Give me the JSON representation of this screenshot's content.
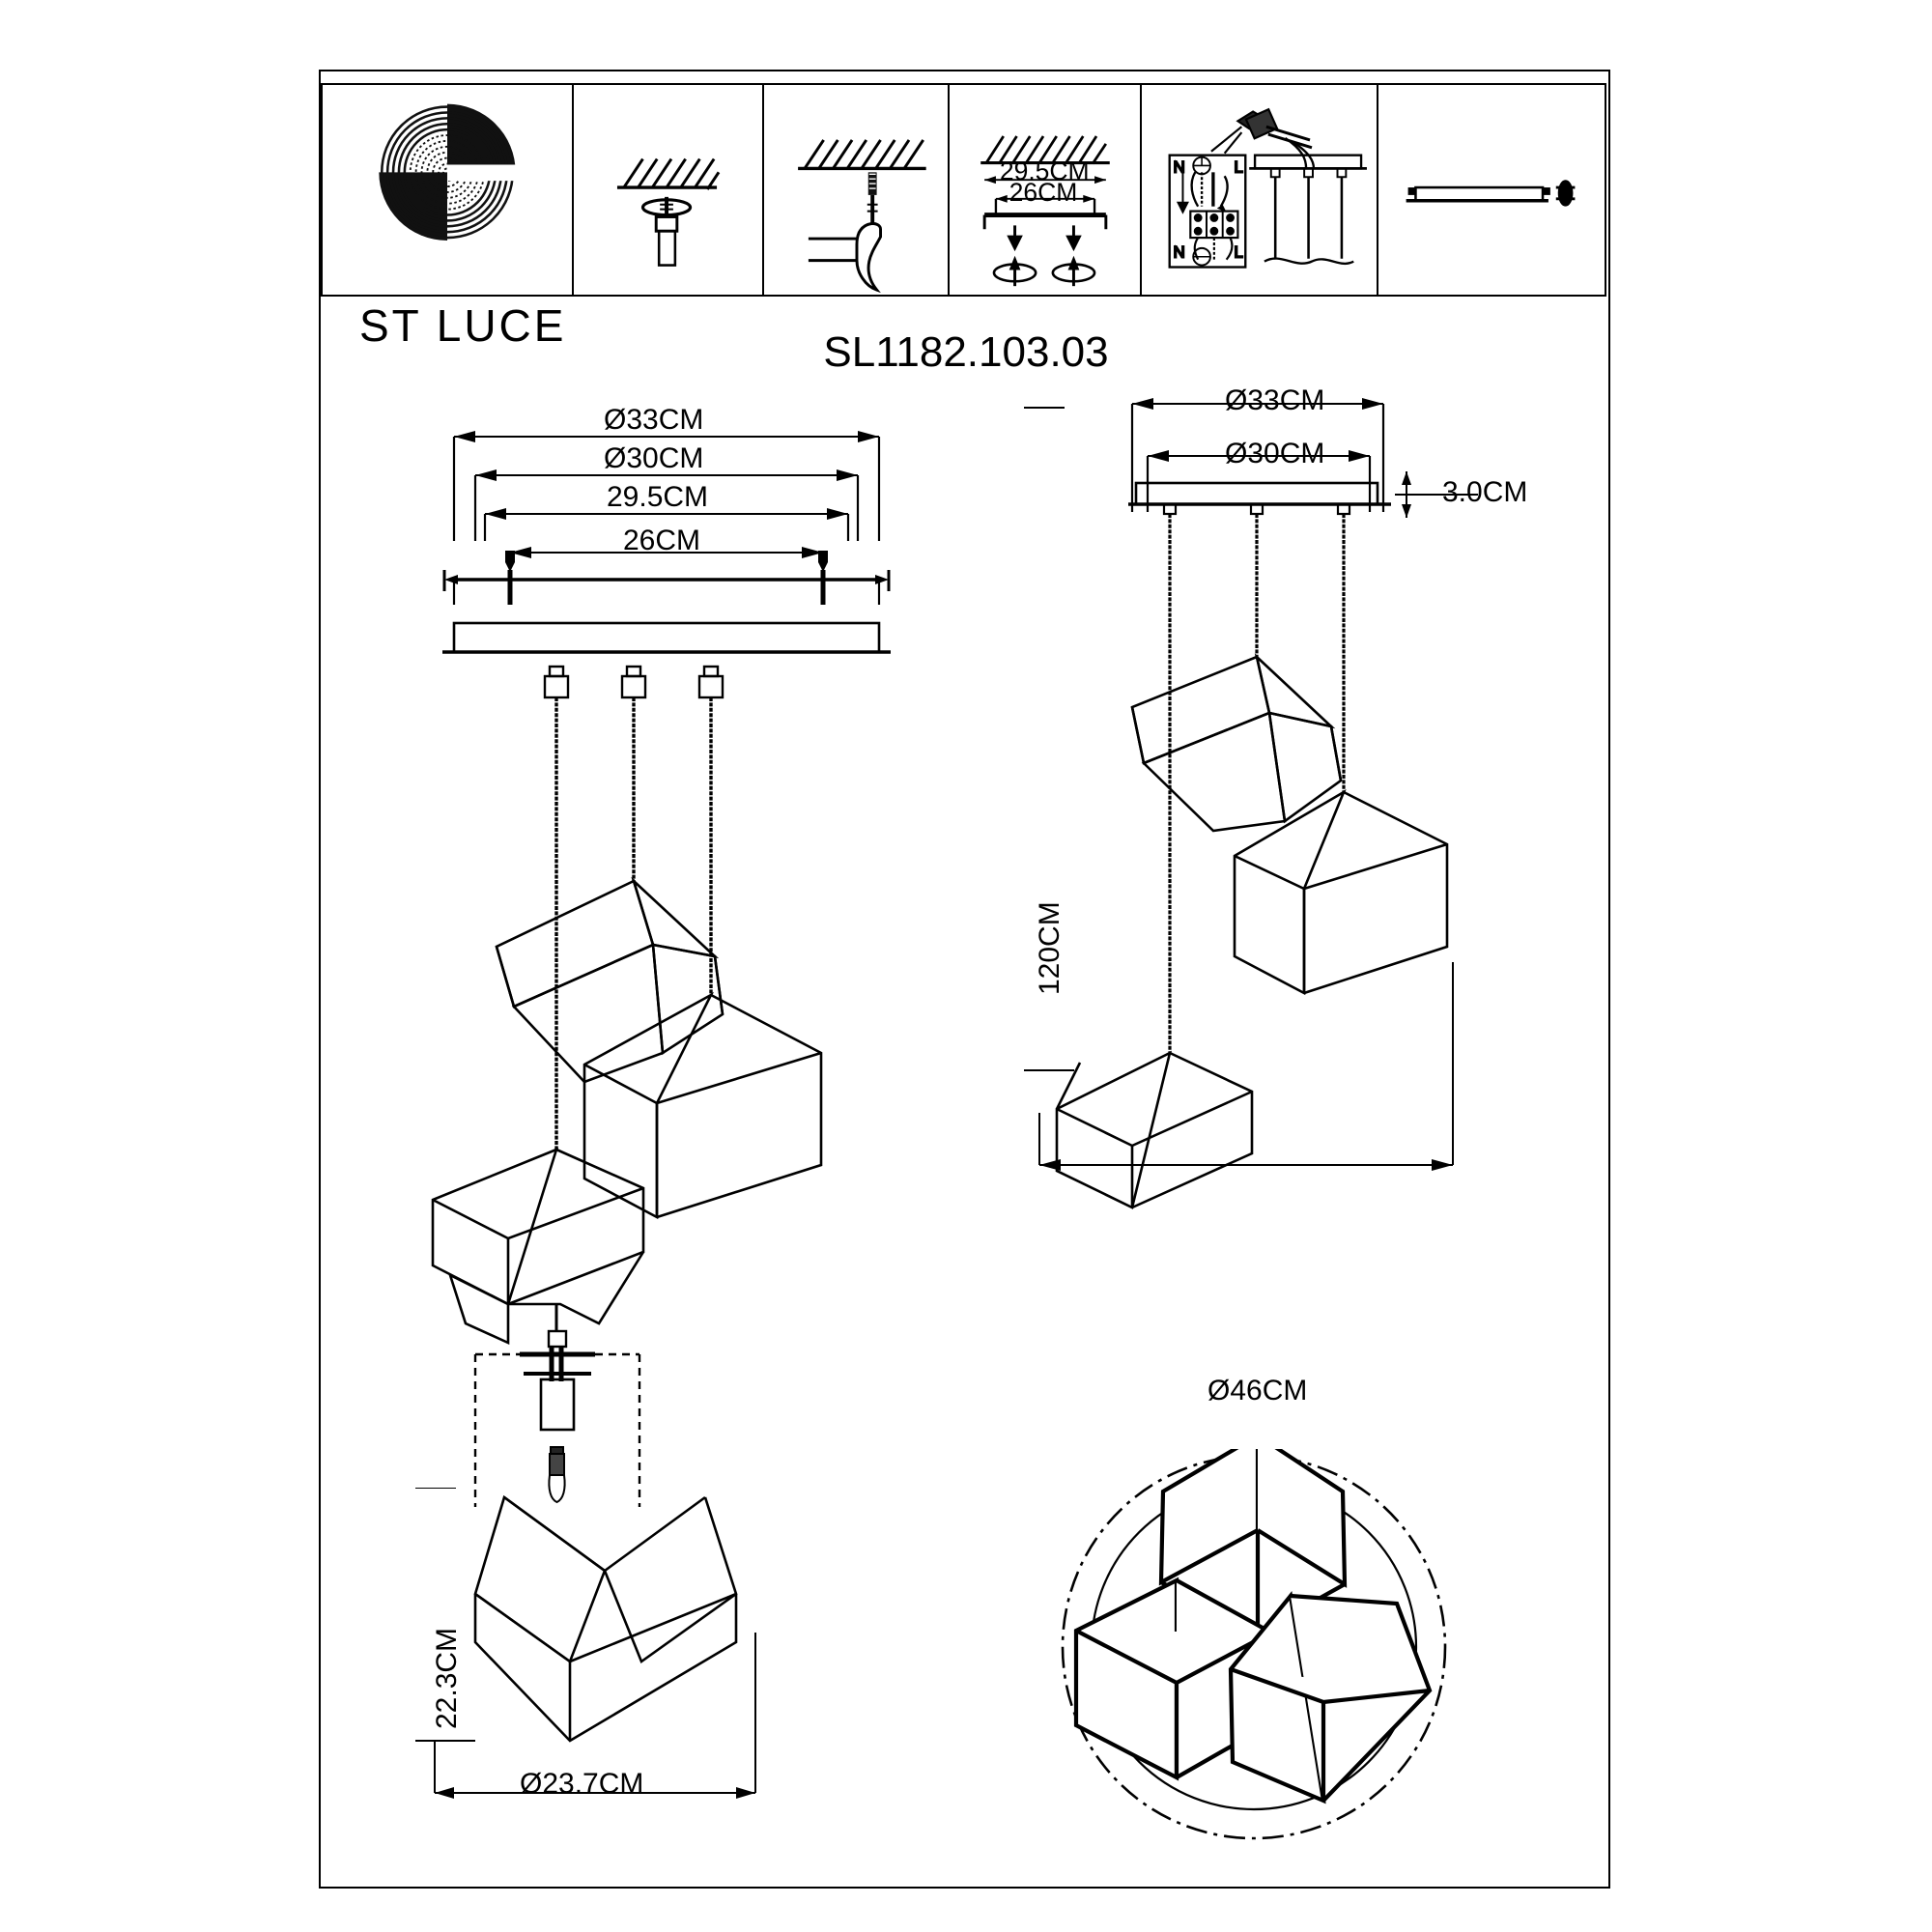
{
  "brand": {
    "wordmark": "ST LUCE",
    "logo_icon": "spiral-logo-icon"
  },
  "model": {
    "number": "SL1182.103.03"
  },
  "install_steps": [
    {
      "index": "",
      "icon": "brand-logo-icon",
      "caption": ""
    },
    {
      "index": "1",
      "icon": "drill-ceiling-icon",
      "caption": ""
    },
    {
      "index": "2",
      "icon": "hammer-anchor-icon",
      "caption": ""
    },
    {
      "index": "3",
      "icon": "screw-bracket-icon",
      "caption": ""
    },
    {
      "index": "4",
      "icon": "wiring-terminal-icon",
      "caption": ""
    },
    {
      "index": "5",
      "icon": "canopy-tighten-icon",
      "caption": ""
    }
  ],
  "step3_dimensions": {
    "outer": "29.5CM",
    "inner": "26CM"
  },
  "front_view": {
    "dim_outer_plate": "Ø33CM",
    "dim_inner_plate": "Ø30CM",
    "dim_screw_outer": "29.5CM",
    "dim_screw_inner": "26CM"
  },
  "detail_view": {
    "dim_height": "22.3CM",
    "dim_width": "Ø23.7CM"
  },
  "side_view": {
    "dim_outer_plate": "Ø33CM",
    "dim_inner_plate": "Ø30CM",
    "dim_plate_thickness": "3.0CM",
    "dim_drop_height": "120CM",
    "dim_spread": "Ø46CM"
  },
  "plan_view": {
    "shade_count": 3,
    "outline": "dash-dot-circle"
  },
  "colors": {
    "line": "#000000",
    "background": "#ffffff"
  }
}
